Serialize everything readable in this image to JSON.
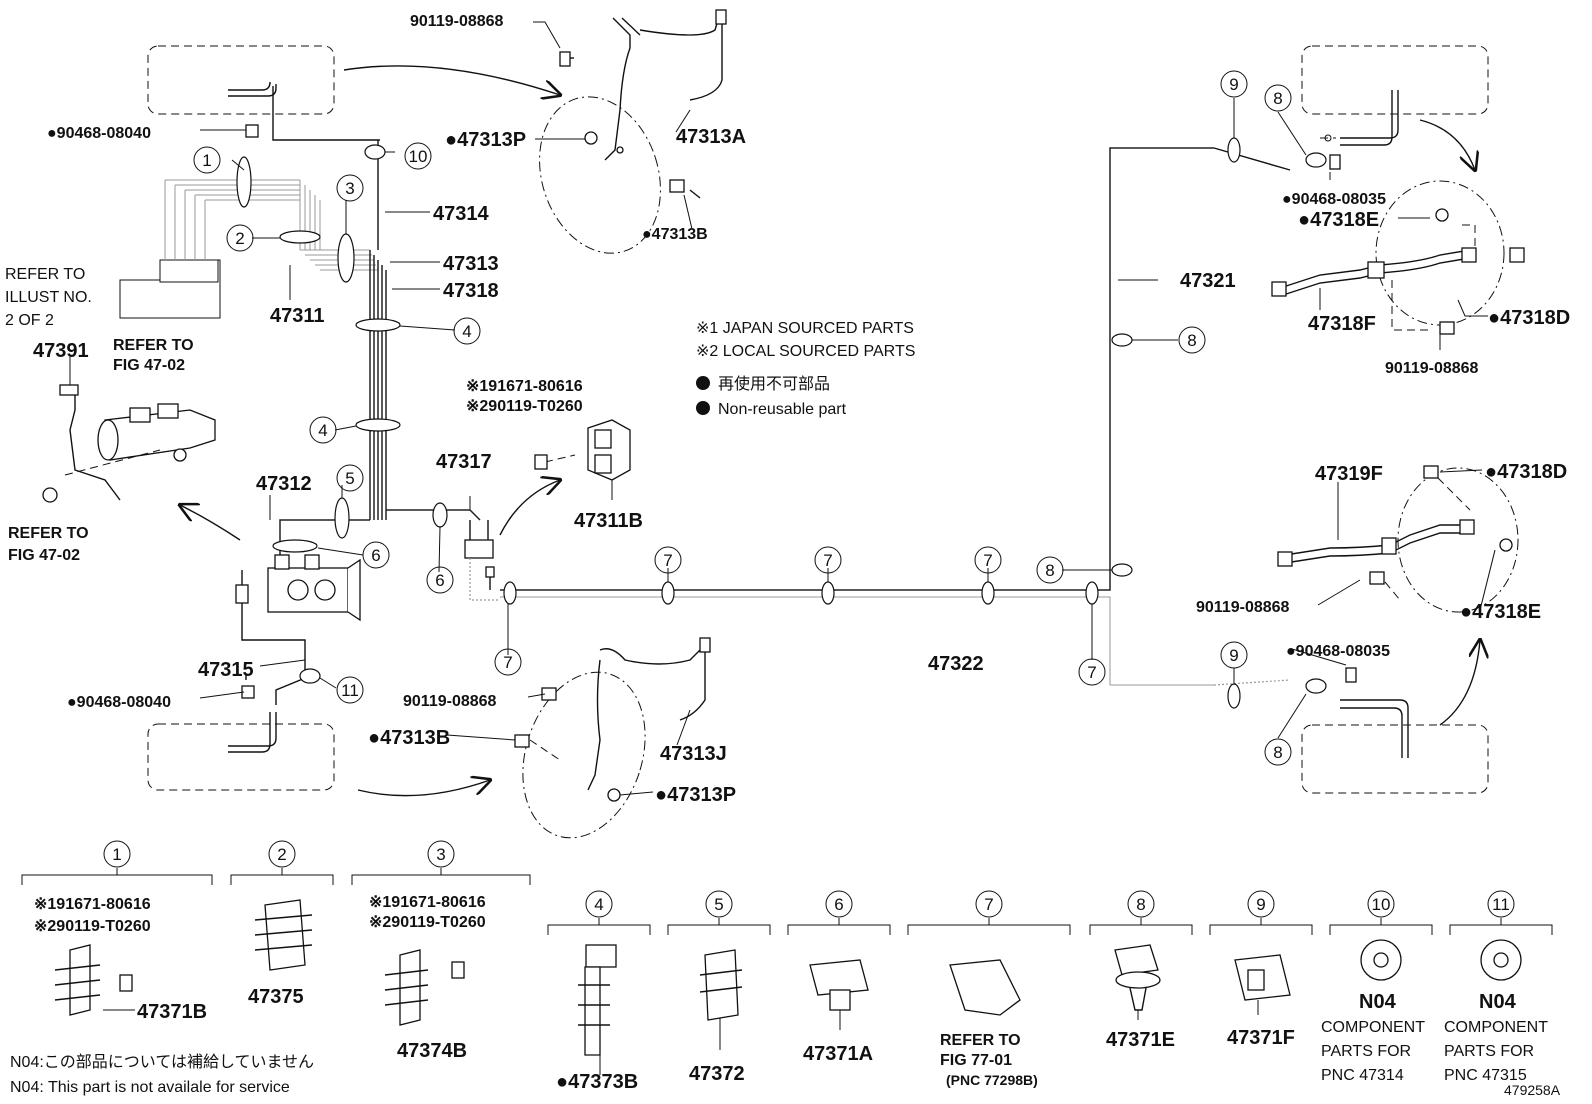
{
  "diagram": {
    "ref_code": "479258A",
    "legend": {
      "japan": "※1 JAPAN SOURCED PARTS",
      "local": "※2 LOCAL SOURCED PARTS",
      "nonreuse_jp": "再使用不可部品",
      "nonreuse_en": "Non-reusable part"
    },
    "footnotes": {
      "jp": "N04:この部品については補給していません",
      "en": "N04: This part is not availale for service"
    },
    "refer": {
      "illust_1": "REFER TO",
      "illust_2": "ILLUST NO.",
      "illust_3": "2 OF 2",
      "fig4702a_1": "REFER TO",
      "fig4702a_2": "FIG 47-02",
      "fig4702b_1": "REFER TO",
      "fig4702b_2": "FIG 47-02"
    },
    "callouts": {
      "p90119_08868_a": "90119-08868",
      "p90468_08040_a": "●90468-08040",
      "p47313P_a": "●47313P",
      "p47313A": "47313A",
      "p47313B_a": "●47313B",
      "p47314": "47314",
      "p47313": "47313",
      "p47318": "47318",
      "p47311": "47311",
      "p47391": "47391",
      "p191671": "※191671-80616",
      "p290119": "※290119-T0260",
      "p47317": "47317",
      "p47311B": "47311B",
      "p47312": "47312",
      "p47315": "47315",
      "p90468_08040_b": "●90468-08040",
      "p90119_08868_b": "90119-08868",
      "p47313B_b": "●47313B",
      "p47313J": "47313J",
      "p47313P_b": "●47313P",
      "p47322": "47322",
      "p47321": "47321",
      "p90468_08035_a": "●90468-08035",
      "p47318E_a": "●47318E",
      "p47318F": "47318F",
      "p47318D_a": "●47318D",
      "p90119_08868_c": "90119-08868",
      "p47319F": "47319F",
      "p47318D_b": "●47318D",
      "p90119_08868_d": "90119-08868",
      "p47318E_b": "●47318E",
      "p90468_08035_b": "●90468-08035"
    },
    "circle_numbers": [
      "1",
      "2",
      "3",
      "4",
      "5",
      "6",
      "7",
      "8",
      "9",
      "10",
      "11"
    ],
    "clip_table": [
      {
        "num": "1",
        "notes": [
          "※191671-80616",
          "※290119-T0260"
        ],
        "part": "47371B"
      },
      {
        "num": "2",
        "notes": [],
        "part": "47375"
      },
      {
        "num": "3",
        "notes": [
          "※191671-80616",
          "※290119-T0260"
        ],
        "part": "47374B"
      },
      {
        "num": "4",
        "notes": [],
        "part": "●47373B"
      },
      {
        "num": "5",
        "notes": [],
        "part": "47372"
      },
      {
        "num": "6",
        "notes": [],
        "part": "47371A"
      },
      {
        "num": "7",
        "notes": [
          "REFER TO",
          "FIG 77-01",
          "(PNC 77298B)"
        ],
        "part": ""
      },
      {
        "num": "8",
        "notes": [],
        "part": "47371E"
      },
      {
        "num": "9",
        "notes": [],
        "part": "47371F"
      },
      {
        "num": "10",
        "notes": [
          "COMPONENT",
          "PARTS FOR",
          "PNC 47314"
        ],
        "part": "N04"
      },
      {
        "num": "11",
        "notes": [
          "COMPONENT",
          "PARTS FOR",
          "PNC 47315"
        ],
        "part": "N04"
      }
    ]
  }
}
